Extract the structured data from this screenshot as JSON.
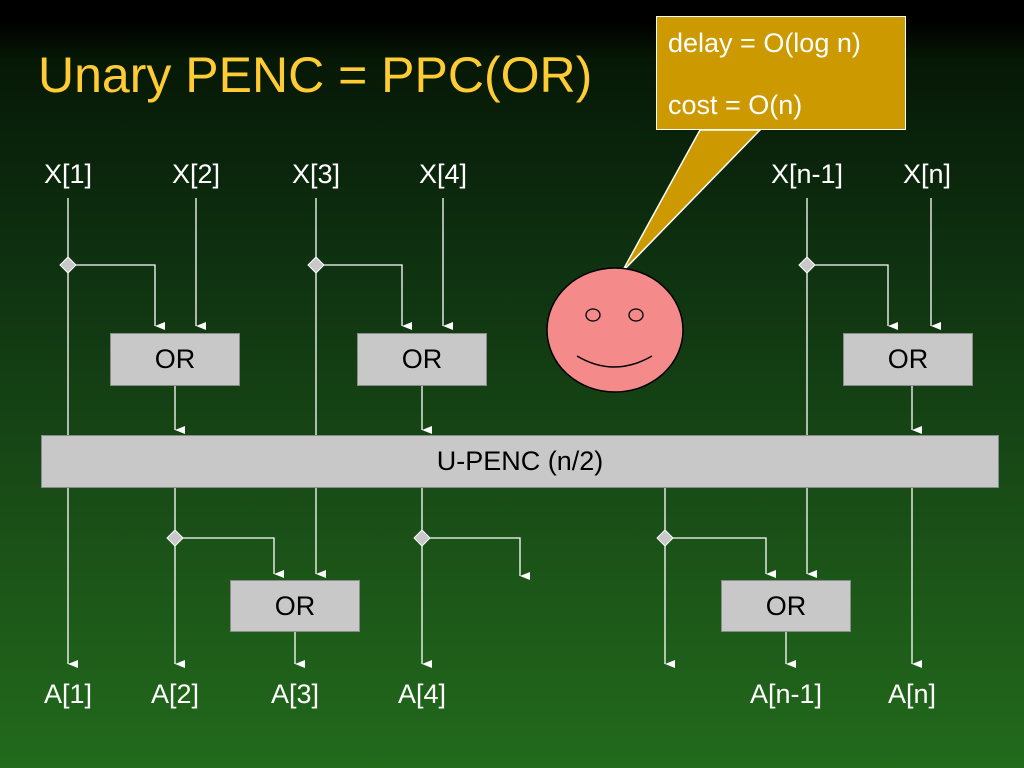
{
  "title": "Unary PENC = PPC(OR)",
  "inputs": [
    "X[1]",
    "X[2]",
    "X[3]",
    "X[4]",
    "X[n-1]",
    "X[n]"
  ],
  "outputs": [
    "A[1]",
    "A[2]",
    "A[3]",
    "A[4]",
    "A[n-1]",
    "A[n]"
  ],
  "gate_label": "OR",
  "upenc_label": "U-PENC (n/2)",
  "callout": {
    "line1": "delay = O(log n)",
    "line2": "cost = O(n)"
  },
  "colors": {
    "title": "#ffcc33",
    "callout_fill": "#cc9900",
    "box_fill": "#c8c8c8",
    "smiley_fill": "#f58a8a",
    "wire": "#ffffff"
  }
}
